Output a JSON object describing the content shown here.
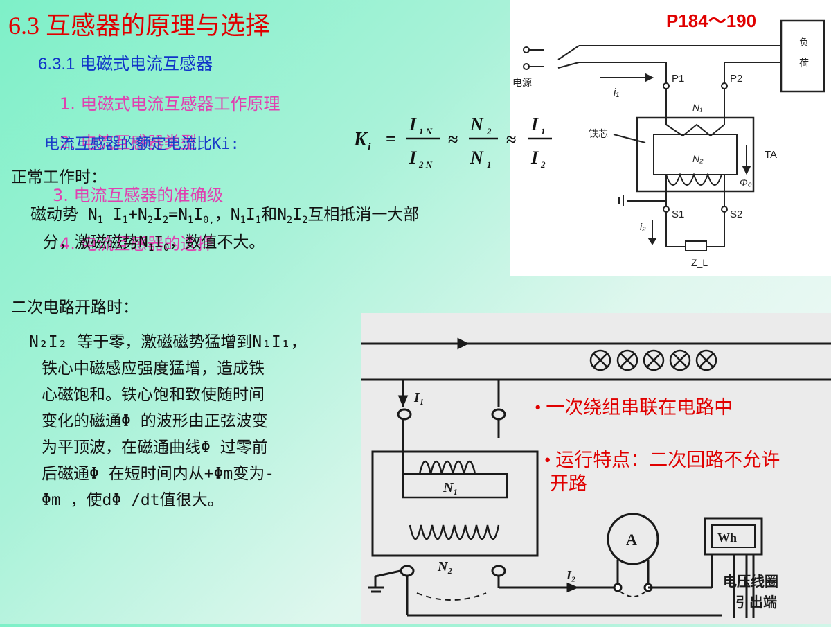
{
  "title": "6.3 互感器的原理与选择",
  "page_ref": "P184～190",
  "subtitle": "6.3.1 电磁式电流互感器",
  "outline": [
    "1. 电磁式电流互感器工作原理",
    "2. 电流互感器类型",
    "3. 电流互感器的准确级",
    "4. 电流互感器的选择"
  ],
  "ki_label": "电流互感器的额定电流比Ki:",
  "formula": {
    "K": "K",
    "i": "i",
    "I1N": "I",
    "N2": "N",
    "N1": "N",
    "I1": "I",
    "I2": "I",
    "approx": "≈",
    "eq": "="
  },
  "normal_heading": "正常工作时：",
  "normal_line1_a": "磁动势 N",
  "normal_line1_b": " I",
  "normal_line1_c": "+N",
  "normal_line1_d": "I",
  "normal_line1_e": "=N",
  "normal_line1_f": "I",
  "normal_line1_g": "，N",
  "normal_line1_h": "I",
  "normal_line1_i": "和N",
  "normal_line1_j": "I",
  "normal_line1_k": "互相抵消一大部",
  "normal_line2_a": "分，激磁磁势N",
  "normal_line2_b": "I",
  "normal_line2_c": "，数值不大。",
  "open_heading": "二次电路开路时：",
  "open_para": [
    "N₂I₂ 等于零，激磁磁势猛增到N₁I₁，",
    "铁心中磁感应强度猛增，造成铁",
    "心磁饱和。铁心饱和致使随时间",
    "变化的磁通Φ 的波形由正弦波变",
    "为平顶波，在磁通曲线Φ 过零前",
    "后磁通Φ 在短时间内从+Φm变为-",
    "Φm ，使dΦ /dt值很大。"
  ],
  "bullet1": "• 一次绕组串联在电路中",
  "bullet2a": "• 运行特点：二次回路不允许",
  "bullet2b": "开路",
  "fig_top": {
    "load": "负\n荷",
    "source": "电源",
    "p1": "P1",
    "p2": "P2",
    "i1": "i₁",
    "n1": "N₁",
    "core": "铁芯",
    "n2": "N₂",
    "ta": "TA",
    "phi0": "Φ₀",
    "s1": "S1",
    "s2": "S2",
    "i2": "i₂",
    "zl": "Z_L"
  },
  "fig_bot": {
    "i1": "I₁",
    "n1": "N₁",
    "n2": "N₂",
    "i2": "I₂",
    "ammeter": "A",
    "wh": "Wh",
    "vlead1": "电压线圈",
    "vlead2": "引出端"
  }
}
